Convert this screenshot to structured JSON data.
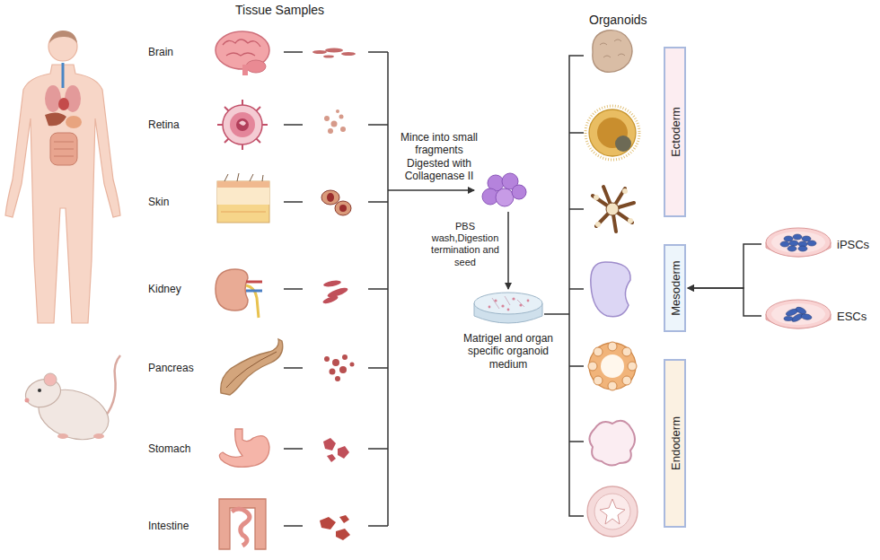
{
  "diagram": {
    "nodes": [
      {
        "text": [
          "Ectoderm"
        ]
      },
      {
        "text": [
          "Mesoderm"
        ]
      },
      {
        "text": [
          "Endoderm"
        ]
      },
      {
        "text": [
          "iPSCs"
        ]
      },
      {
        "text": [
          "ESCs"
        ]
      }
    ],
    "edges": [
      {
        "from": 3,
        "to": 1,
        "arrow": "to"
      },
      {
        "from": 4,
        "to": 1,
        "arrow": "to"
      }
    ],
    "labels": [
      "Tissue Samples",
      "Organoids",
      "Brain",
      "Retina",
      "Skin",
      "Kidney",
      "Pancreas",
      "Stomach",
      "Intestine",
      "Mince into small fragments Digested with Collagenase II",
      "PBS wash,Digestion termination and seed",
      "Matrigel and organ specific organoid medium"
    ]
  }
}
